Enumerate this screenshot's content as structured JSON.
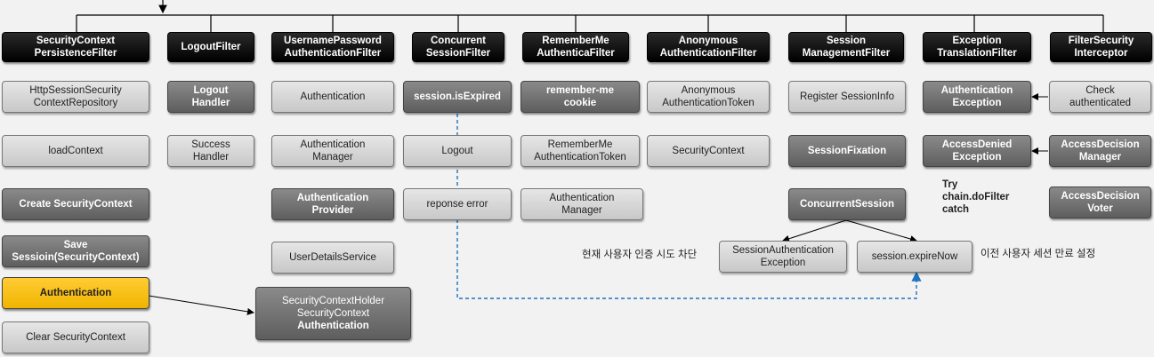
{
  "filters": {
    "security_context_persistence": "SecurityContext\nPersistenceFilter",
    "logout": "LogoutFilter",
    "username_password": "UsernamePassword\nAuthenticationFilter",
    "concurrent_session": "Concurrent\nSessionFilter",
    "remember_me": "RememberMe\nAuthenticaFilter",
    "anonymous": "Anonymous\nAuthenticationFilter",
    "session_management": "Session\nManagementFilter",
    "exception_translation": "Exception\nTranslationFilter",
    "filter_security_interceptor": "FilterSecurity\nInterceptor"
  },
  "persistence_col": {
    "repo": "HttpSessionSecurity\nContextRepository",
    "load": "loadContext",
    "create": "Create SecurityContext",
    "save": "Save\nSessioin(SecurityContext)",
    "auth": "Authentication",
    "clear": "Clear SecurityContext"
  },
  "logout_col": {
    "handler": "Logout\nHandler",
    "success": "Success\nHandler"
  },
  "username_col": {
    "authentication": "Authentication",
    "manager": "Authentication\nManager",
    "provider": "Authentication\nProvider",
    "uds": "UserDetailsService"
  },
  "holder": {
    "line1": "SecurityContextHolder",
    "line2": "SecurityContext",
    "line3": "Authentication"
  },
  "concurrent_col": {
    "expired": "session.isExpired",
    "logout": "Logout",
    "error": "reponse error"
  },
  "remember_col": {
    "cookie": "remember-me\ncookie",
    "token": "RememberMe\nAuthenticationToken",
    "manager": "Authentication\nManager"
  },
  "anonymous_col": {
    "token": "Anonymous\nAuthenticationToken",
    "context": "SecurityContext"
  },
  "session_col": {
    "register": "Register SessionInfo",
    "fixation": "SessionFixation",
    "concurrent": "ConcurrentSession",
    "exception": "SessionAuthentication\nException",
    "expire_now": "session.expireNow",
    "note_left": "현재 사용자 인증 시도 차단",
    "note_right": "이전 사용자 세션 만료 설정"
  },
  "exception_col": {
    "auth_exception": "Authentication\nException",
    "access_denied": "AccessDenied\nException",
    "try_text": "Try\nchain.doFilter\ncatch"
  },
  "interceptor_col": {
    "check": "Check\nauthenticated",
    "decision_manager": "AccessDecision\nManager",
    "decision_voter": "AccessDecision\nVoter"
  },
  "colors": {
    "header": "#000000",
    "highlight": "#ffc000",
    "dashed_arrow": "#1e73be"
  }
}
